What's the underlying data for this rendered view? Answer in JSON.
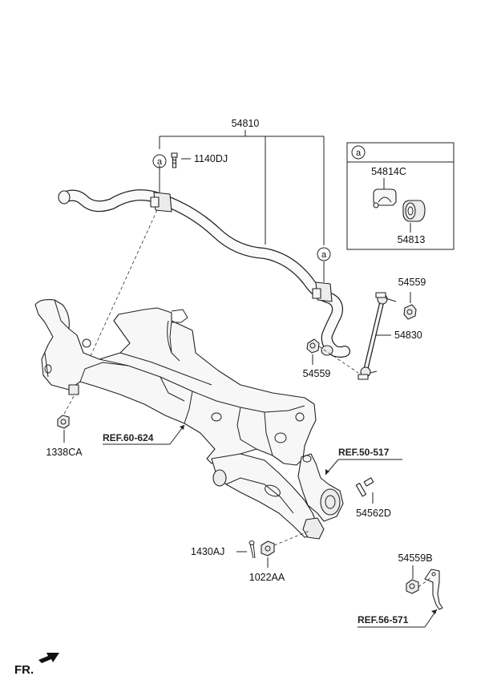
{
  "callouts": {
    "stabilizer_bar": "54810",
    "bolt": "1140DJ",
    "bushing_clamp": "54814C",
    "bushing": "54813",
    "link_nut_top": "54559",
    "link": "54830",
    "link_nut_bottom": "54559",
    "subframe_nut": "1338CA",
    "ref_subframe": "REF.60-624",
    "ref_knuckle": "REF.50-517",
    "link_bolt": "54562D",
    "cotter_pin": "1430AJ",
    "castle_nut": "1022AA",
    "bracket_nut": "54559B",
    "ref_bracket": "REF.56-571"
  },
  "detail_box": {
    "marker": "a"
  },
  "markers": {
    "a1": "a",
    "a2": "a"
  },
  "orientation": {
    "label": "FR."
  }
}
